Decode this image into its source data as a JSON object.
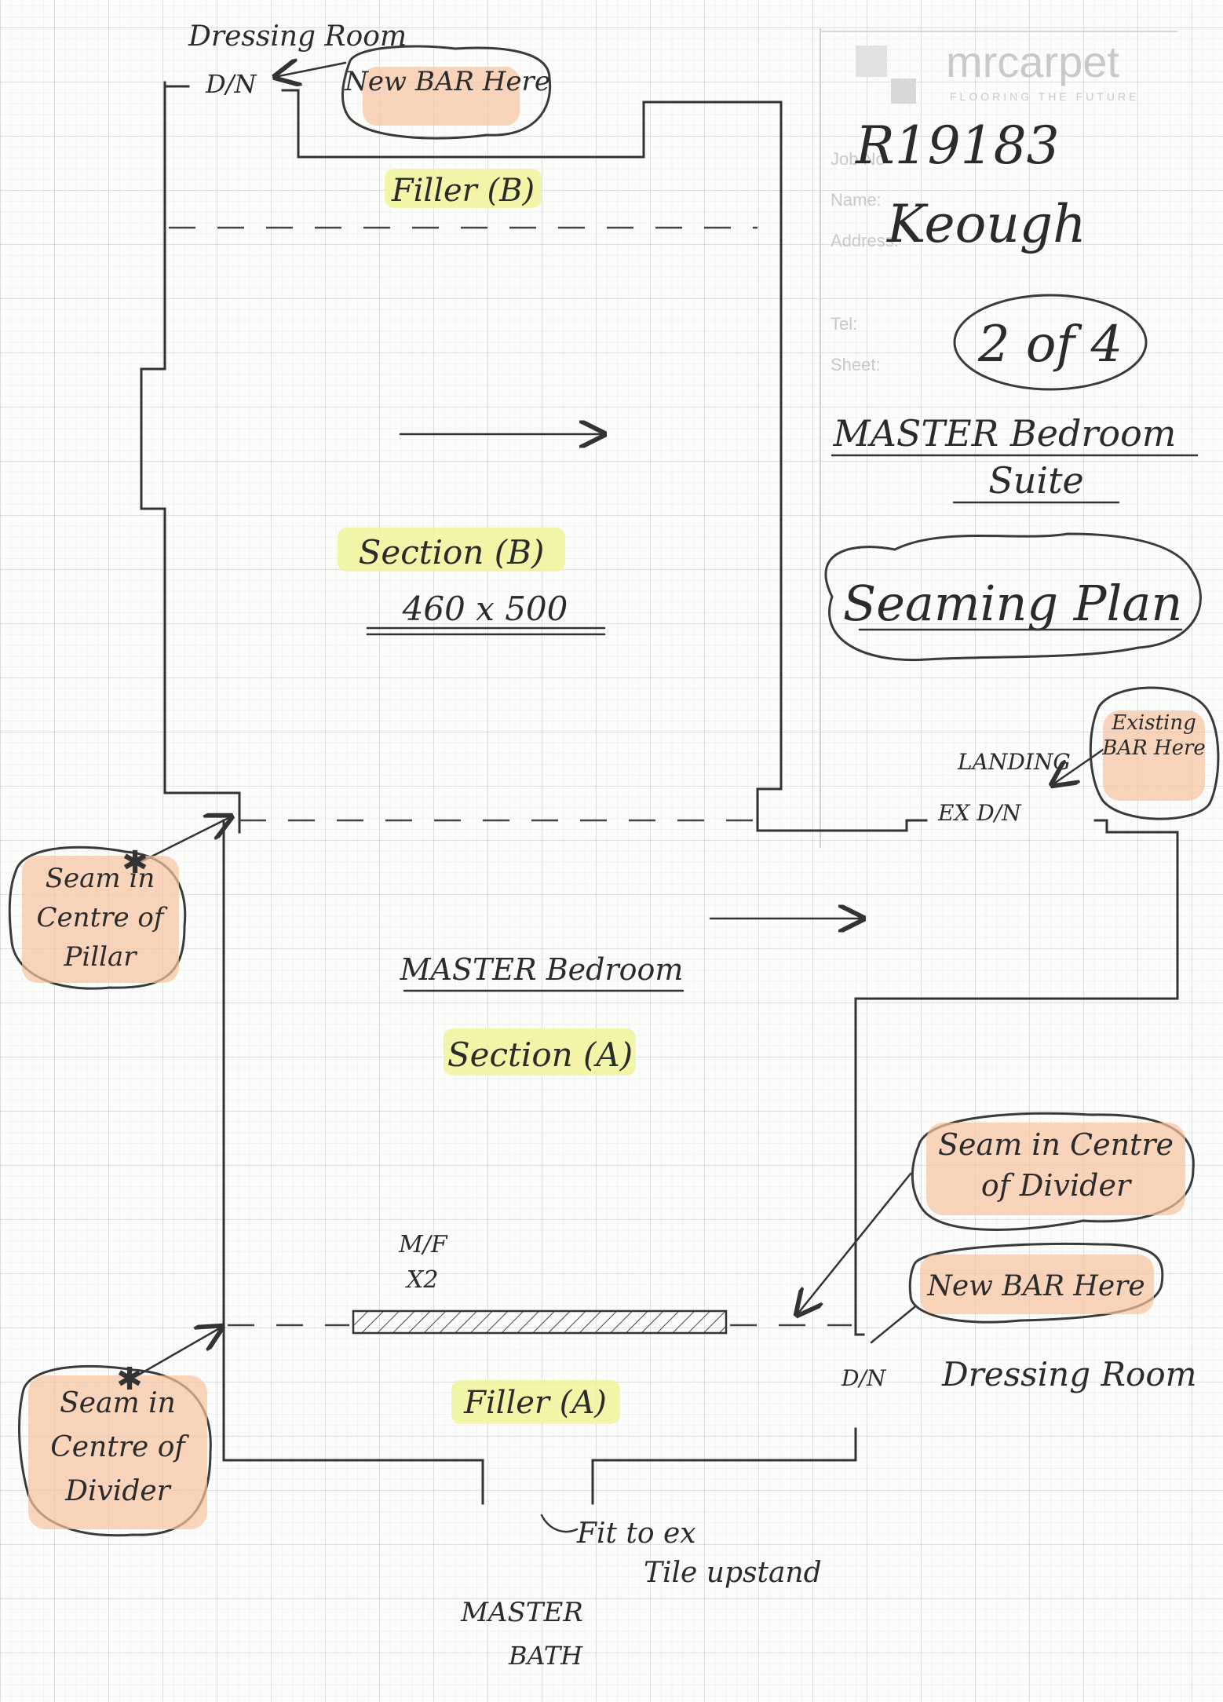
{
  "title_block": {
    "brand": "mrcarpet",
    "brand_tagline": "FLOORING THE FUTURE",
    "field_job_no": "Job No",
    "field_name": "Name:",
    "field_address": "Address:",
    "field_tel": "Tel:",
    "field_sheet": "Sheet:",
    "job_number": "R19183",
    "customer_name": "Keough",
    "sheet_number": "2 of 4",
    "room_title_line1": "MASTER Bedroom",
    "room_title_line2": "Suite",
    "plan_title": "Seaming Plan"
  },
  "labels": {
    "dressing_room_top": "Dressing Room",
    "door_top": "D/N",
    "new_bar_top": "New BAR Here",
    "filler_b": "Filler (B)",
    "section_b": "Section (B)",
    "section_b_size": "460 x 500",
    "landing": "LANDING",
    "existing_bar": "Existing BAR Here",
    "ex_door": "EX D/N",
    "seam_pillar": "Seam in Centre of Pillar",
    "master_bedroom": "MASTER Bedroom",
    "section_a": "Section (A)",
    "seam_divider_right": "Seam in Centre of Divider",
    "new_bar_right": "New BAR Here",
    "mf": "M/F",
    "mf_qty": "X2",
    "door_right": "D/N",
    "dressing_room_right": "Dressing Room",
    "filler_a": "Filler (A)",
    "seam_divider_left": "Seam in Centre of Divider",
    "fit_to": "Fit to ex",
    "tile_upstand": "Tile upstand",
    "master_bath_line1": "MASTER",
    "master_bath_line2": "BATH"
  },
  "colors": {
    "ink": "#2b2b2b",
    "highlight_yellow": "#f1f39a",
    "highlight_orange": "#f6c3a0",
    "grid": "#c8ccd6"
  },
  "icons": {
    "pile_direction": "arrow-right-icon",
    "seam_pointer": "asterisk-arrow-icon",
    "material": "hatched-strip-icon"
  }
}
